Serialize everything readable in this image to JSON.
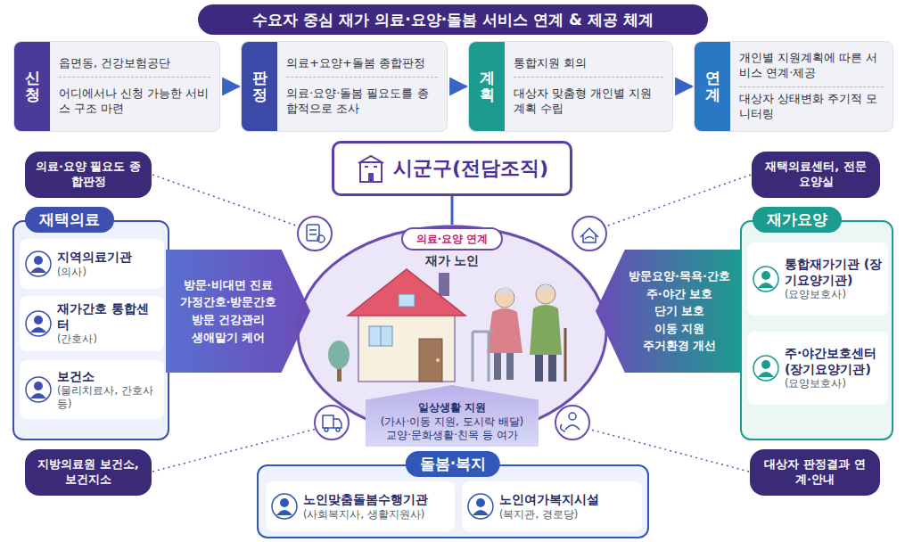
{
  "diagram": {
    "title": "수요자 중심 재가 의료·요양·돌봄 서비스 연계 & 제공 체계",
    "nodes": [
      {
        "text": [
          "신청",
          "읍면동, 건강보험공단",
          "어디에서나 신청 가능한 서비스 구조 마련"
        ]
      },
      {
        "text": [
          "판정",
          "의료+요양+돌봄 종합판정",
          "의료·요양·돌봄 필요도를 종합적으로 조사"
        ]
      },
      {
        "text": [
          "계획",
          "통합지원 회의",
          "대상자 맞춤형 개인별 지원계획 수립"
        ]
      },
      {
        "text": [
          "연계",
          "개인별 지원계획에 따른 서비스 연계·제공",
          "대상자 상태변화 주기적 모니터링"
        ]
      },
      {
        "text": [
          "시군구(전담조직)"
        ]
      },
      {
        "text": [
          "의료·요양 필요도 종합판정"
        ]
      },
      {
        "text": [
          "재택의료센터, 전문요양실"
        ]
      },
      {
        "text": [
          "재택의료"
        ]
      },
      {
        "text": [
          "지역의료기관",
          "(의사)"
        ],
        "in": 7
      },
      {
        "text": [
          "재가간호 통합센터",
          "(간호사)"
        ],
        "in": 7
      },
      {
        "text": [
          "보건소",
          "(물리치료사, 간호사 등)"
        ],
        "in": 7
      },
      {
        "text": [
          "방문·비대면 진료",
          "가정간호·방문간호",
          "방문 건강관리",
          "생애말기 케어"
        ]
      },
      {
        "text": [
          "재가 노인"
        ]
      },
      {
        "text": [
          "의료·요양 연계"
        ],
        "in": 12
      },
      {
        "text": [
          "방문요양·목욕·간호",
          "주·야간 보호",
          "단기 보호",
          "이동 지원",
          "주거환경 개선"
        ]
      },
      {
        "text": [
          "재가요양"
        ]
      },
      {
        "text": [
          "통합재가기관 (장기요양기관)",
          "(요양보호사)"
        ],
        "in": 15
      },
      {
        "text": [
          "주·야간보호센터 (장기요양기관)",
          "(요양보호사)"
        ],
        "in": 15
      },
      {
        "text": [
          "일상생활 지원",
          "(가사·이동 지원, 도시락 배달)",
          "교양·문화생활·친목 등 여가"
        ]
      },
      {
        "text": [
          "지방의료원 보건소, 보건지소"
        ]
      },
      {
        "text": [
          "대상자 판정결과 연계·안내"
        ]
      },
      {
        "text": [
          "돌봄·복지"
        ]
      },
      {
        "text": [
          "노인맞춤돌봄수행기관",
          "(사회복지사, 생활지원사)"
        ],
        "in": 21
      },
      {
        "text": [
          "노인여가복지시설",
          "(복지관, 경로당)"
        ],
        "in": 21
      }
    ],
    "edges": [
      {
        "from": 0,
        "to": 1,
        "arrow": "to"
      },
      {
        "from": 1,
        "to": 2,
        "arrow": "to"
      },
      {
        "from": 2,
        "to": 3,
        "arrow": "to"
      },
      {
        "from": 4,
        "to": 12,
        "arrow": "none"
      }
    ]
  }
}
